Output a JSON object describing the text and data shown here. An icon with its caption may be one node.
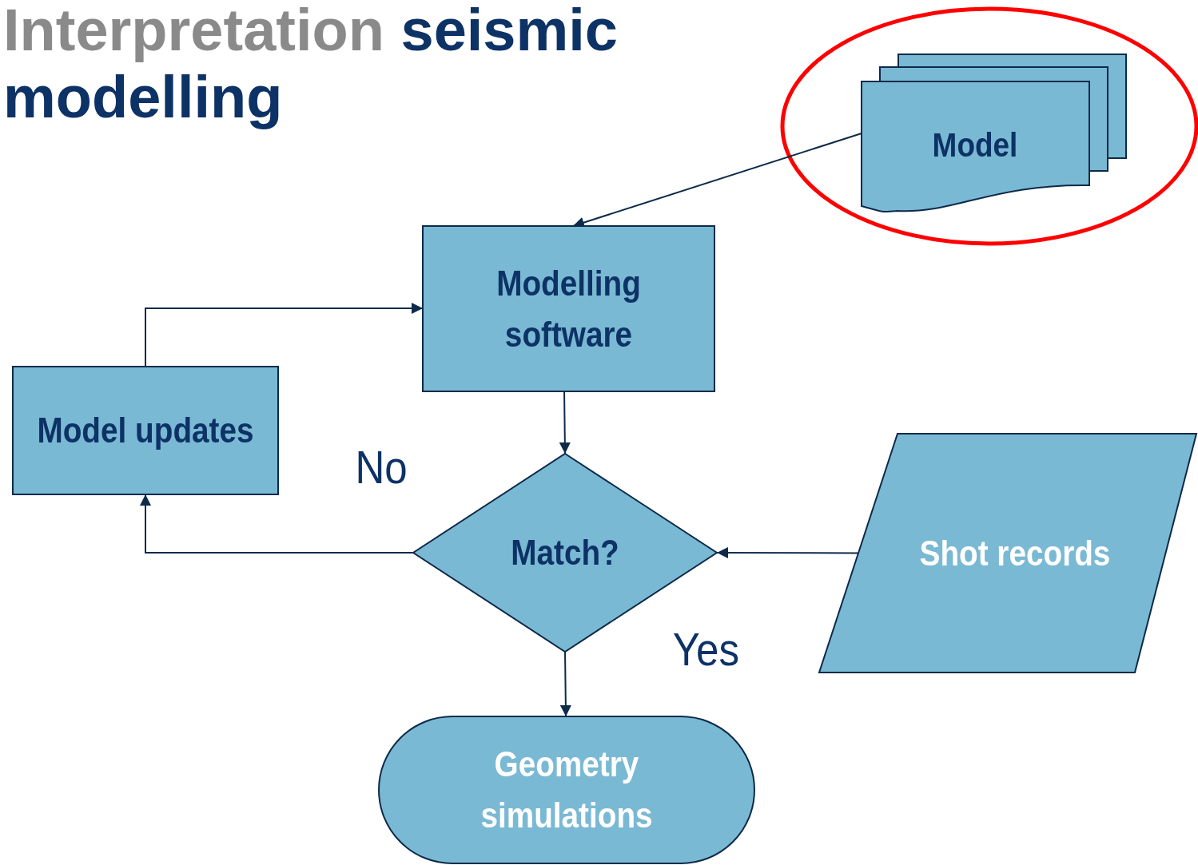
{
  "diagram": {
    "title": "*Interpretation* seismic modelling",
    "nodes": [
      {
        "text": [
          "Model"
        ]
      },
      {
        "text": [
          "Modelling software"
        ]
      },
      {
        "text": [
          "Model updates"
        ]
      },
      {
        "text": [
          "Match?"
        ]
      },
      {
        "text": [
          "Shot records"
        ]
      },
      {
        "text": [
          "Geometry simulations"
        ]
      }
    ],
    "edges": [
      {
        "from": 0,
        "to": 1,
        "arrow": "to"
      },
      {
        "from": 2,
        "to": 1,
        "arrow": "to"
      },
      {
        "from": 1,
        "to": 3,
        "arrow": "to"
      },
      {
        "from": 3,
        "to": 2,
        "arrow": "to",
        "label": "No"
      },
      {
        "from": 4,
        "to": 3,
        "arrow": "to"
      },
      {
        "from": 3,
        "to": 5,
        "arrow": "to",
        "label": "Yes"
      }
    ]
  }
}
